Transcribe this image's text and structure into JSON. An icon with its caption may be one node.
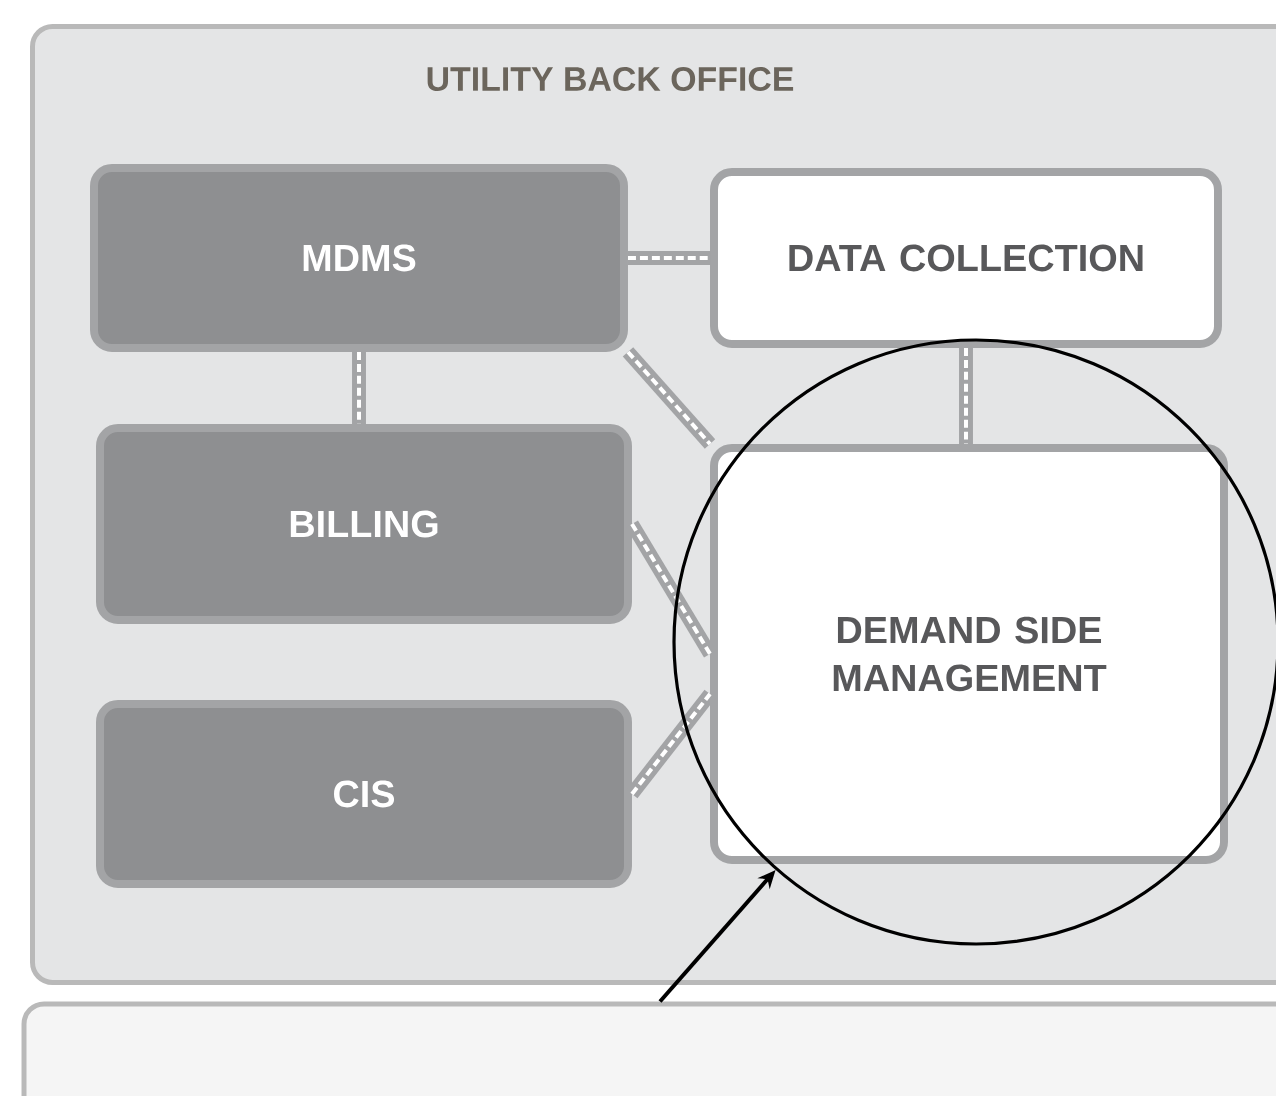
{
  "diagram": {
    "nodes": [
      {
        "text": [
          "UTILITY BACK OFFICE"
        ]
      },
      {
        "text": [
          "MDMS"
        ],
        "in": 0
      },
      {
        "text": [
          "DATA COLLECTION"
        ],
        "in": 0
      },
      {
        "text": [
          "BILLING"
        ],
        "in": 0
      },
      {
        "text": [],
        "shape": "circle",
        "in": 0
      },
      {
        "text": [
          "DEMAND SIDE MANAGEMENT"
        ],
        "in": 4
      },
      {
        "text": [
          "CIS"
        ],
        "in": 0
      },
      {
        "text": [],
        "shape": "box"
      }
    ],
    "edges": [
      {
        "from": 1,
        "to": 2,
        "arrow": "none"
      },
      {
        "from": 1,
        "to": 3,
        "arrow": "none"
      },
      {
        "from": 1,
        "to": 5,
        "arrow": "none"
      },
      {
        "from": 2,
        "to": 5,
        "arrow": "none"
      },
      {
        "from": 3,
        "to": 5,
        "arrow": "none"
      },
      {
        "from": 6,
        "to": 5,
        "arrow": "none"
      },
      {
        "from": 7,
        "to": 4,
        "arrow": "to",
        "color": "#000000"
      }
    ]
  }
}
